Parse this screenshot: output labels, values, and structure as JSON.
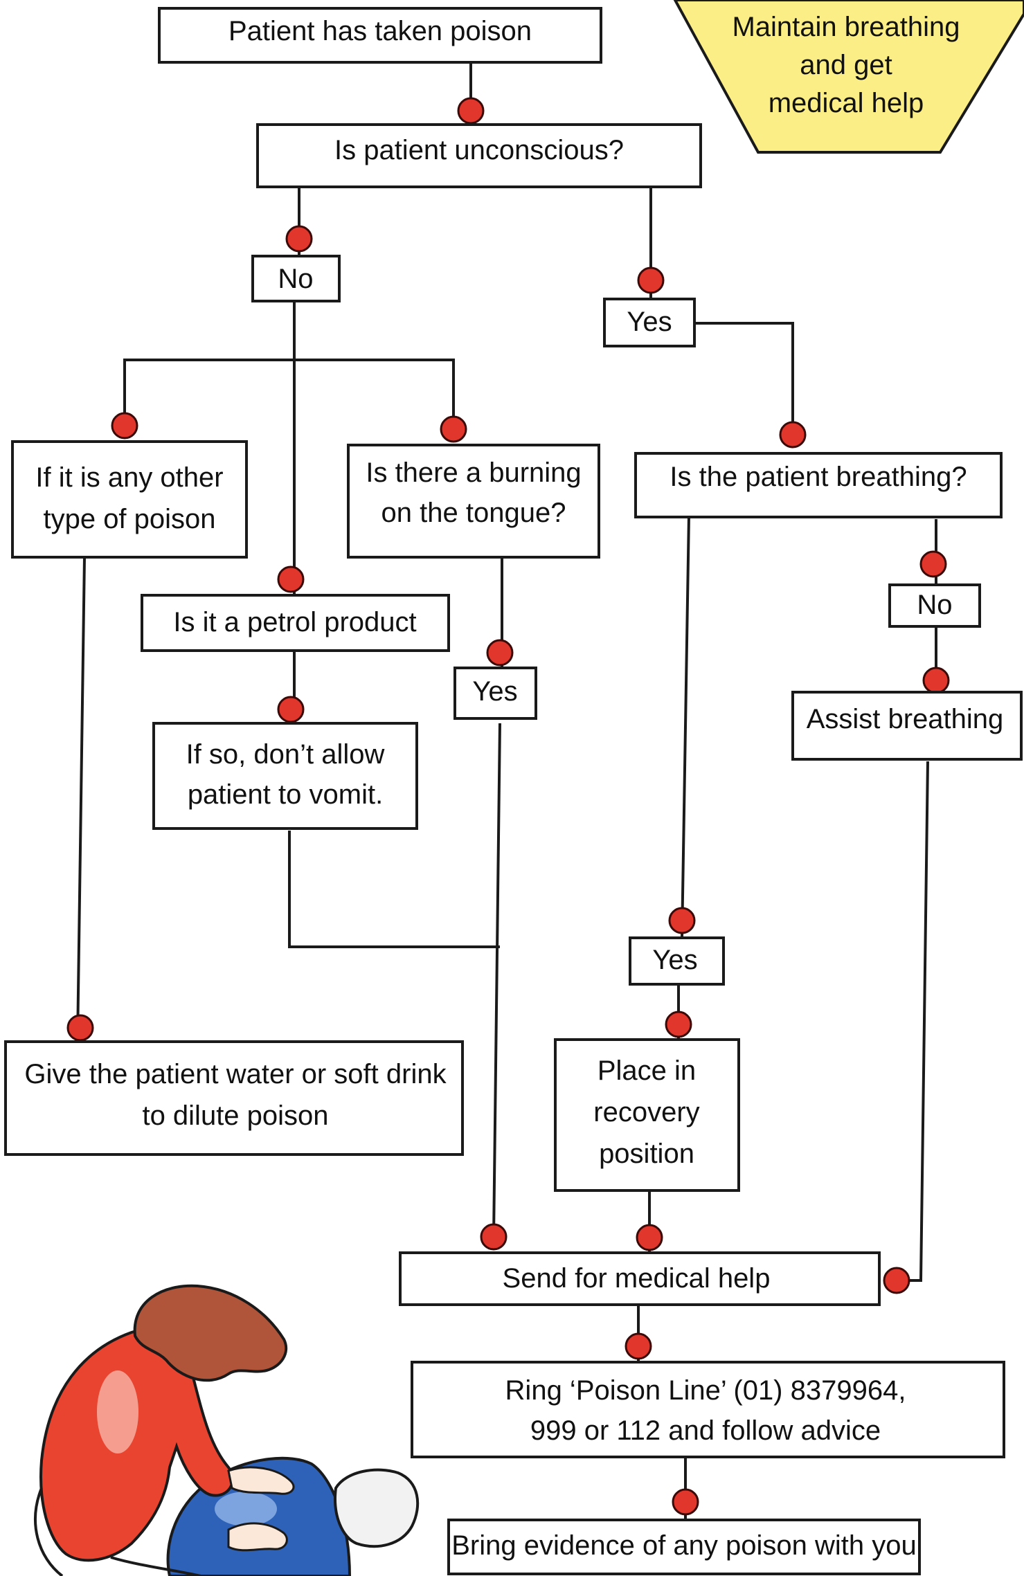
{
  "diagram": {
    "colors": {
      "connector_dot": "#e0362b",
      "advice_box_fill": "#fbee86",
      "box_border": "#1a1a1a",
      "helper_shirt": "#e8442f",
      "patient_shirt": "#2d62b8",
      "helper_hair": "#b0543a"
    },
    "advice_box": {
      "lines": [
        "Maintain breathing",
        "and get",
        "medical help"
      ]
    },
    "nodes": {
      "start": {
        "lines": [
          "Patient has taken poison"
        ]
      },
      "unconscious": {
        "lines": [
          "Is patient unconscious?"
        ]
      },
      "no_1": {
        "lines": [
          "No"
        ]
      },
      "yes_1": {
        "lines": [
          "Yes"
        ]
      },
      "other_poison": {
        "lines": [
          "If it is any other",
          "type of poison"
        ]
      },
      "burning": {
        "lines": [
          "Is there a burning",
          "on the tongue?"
        ]
      },
      "breathing": {
        "lines": [
          "Is the patient breathing?"
        ]
      },
      "petrol": {
        "lines": [
          "Is it a petrol product"
        ]
      },
      "yes_burning": {
        "lines": [
          "Yes"
        ]
      },
      "no_breathing": {
        "lines": [
          "No"
        ]
      },
      "assist": {
        "lines": [
          "Assist breathing"
        ]
      },
      "no_vomit": {
        "lines": [
          "If so, don’t allow",
          "patient to vomit."
        ]
      },
      "yes_breathing": {
        "lines": [
          "Yes"
        ]
      },
      "dilute": {
        "lines": [
          "Give the patient  water or soft drink",
          "to dilute poison"
        ]
      },
      "recovery": {
        "lines": [
          "Place in",
          "recovery",
          "position"
        ]
      },
      "send_help": {
        "lines": [
          "Send for medical help"
        ]
      },
      "poison_line": {
        "lines": [
          "Ring ‘Poison Line’ (01) 8379964,",
          "999 or 112 and follow advice"
        ]
      },
      "evidence": {
        "lines": [
          "Bring evidence of any poison with you"
        ]
      }
    },
    "illustration": {
      "icon": "first-aider-helping-patient-icon"
    }
  }
}
